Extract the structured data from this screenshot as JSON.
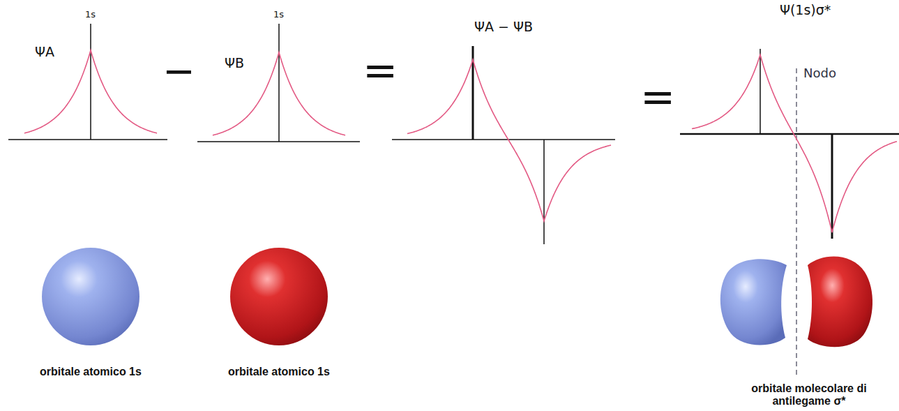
{
  "diagram": {
    "labels": [
      "1s",
      "ΨA",
      "−",
      "1s",
      "ΨB",
      "=",
      "ΨA − ΨB",
      "=",
      "Ψ(1s)σ*",
      "Nodo",
      "orbitale atomico 1s",
      "orbitale atomico 1s",
      "orbitale molecolare di antilegame σ*"
    ]
  }
}
